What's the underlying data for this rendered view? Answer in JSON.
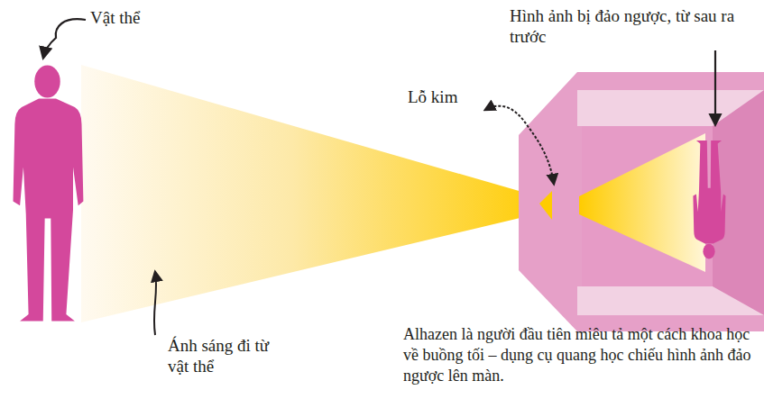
{
  "diagram": {
    "caption": "Alhazen là người đầu tiên miêu tả một cách khoa học về buồng tối – dụng cụ quang học chiếu hình ảnh đảo ngược lên màn.",
    "labels": [
      "Vật thể",
      "Hình ảnh bị đảo ngược, từ sau ra trước",
      "Lỗ kim",
      "Ánh sáng đi từ vật thể"
    ]
  }
}
